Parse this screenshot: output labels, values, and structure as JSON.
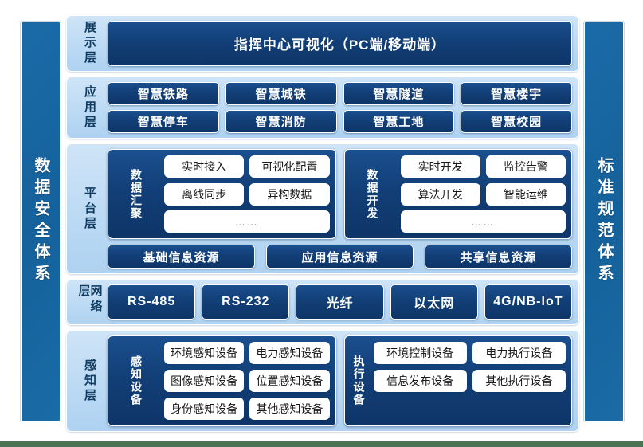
{
  "theme": {
    "page_background": "#4d7355",
    "canvas_background": "#ffffff",
    "pillar_blue": "#1b6ba8",
    "band_blue_light": "#bcdaf4",
    "chip_dark_blue": "#123f77",
    "chip_white": "#ffffff",
    "label_text": "#123d63"
  },
  "pillars": {
    "left": "数据安全体系",
    "right": "标准规范体系"
  },
  "layers": {
    "presentation": {
      "label": "展示层",
      "bar": "指挥中心可视化（PC端/移动端）"
    },
    "application": {
      "label": "应用层",
      "row1": [
        "智慧铁路",
        "智慧城铁",
        "智慧隧道",
        "智慧楼宇"
      ],
      "row2": [
        "智慧停车",
        "智慧消防",
        "智慧工地",
        "智慧校园"
      ]
    },
    "platform": {
      "label": "平台层",
      "groups": [
        {
          "label": "数据汇聚",
          "items": [
            "实时接入",
            "可视化配置",
            "离线同步",
            "异构数据"
          ],
          "ellipsis": "……"
        },
        {
          "label": "数据开发",
          "items": [
            "实时开发",
            "监控告警",
            "算法开发",
            "智能运维"
          ],
          "ellipsis": "……"
        }
      ],
      "resources": [
        "基础信息资源",
        "应用信息资源",
        "共享信息资源"
      ]
    },
    "network": {
      "label": "网络层",
      "items": [
        "RS-485",
        "RS-232",
        "光纤",
        "以太网",
        "4G/NB-IoT"
      ]
    },
    "sensing": {
      "label": "感知层",
      "groups": [
        {
          "label": "感知设备",
          "items": [
            "环境感知设备",
            "电力感知设备",
            "图像感知设备",
            "位置感知设备",
            "身份感知设备",
            "其他感知设备"
          ]
        },
        {
          "label": "执行设备",
          "items": [
            "环境控制设备",
            "电力执行设备",
            "信息发布设备",
            "其他执行设备"
          ]
        }
      ]
    }
  }
}
